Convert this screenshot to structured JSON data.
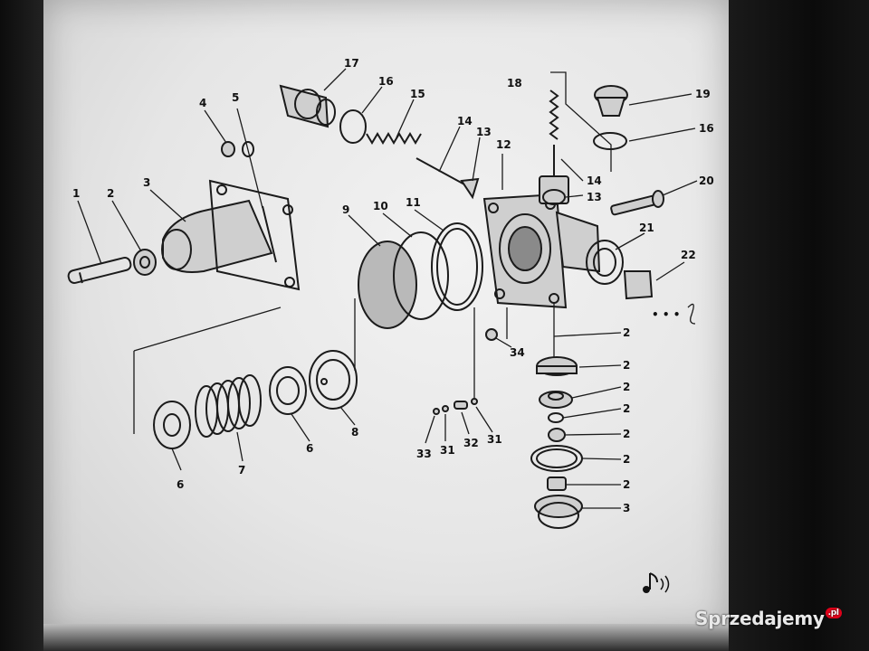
{
  "diagram": {
    "labels": {
      "p1": "1",
      "p2": "2",
      "p3": "3",
      "p4": "4",
      "p5": "5",
      "p6a": "6",
      "p7": "7",
      "p6b": "6",
      "p8": "8",
      "p9": "9",
      "p10": "10",
      "p11": "11",
      "p12": "12",
      "p13a": "13",
      "p14a": "14",
      "p15": "15",
      "p16a": "16",
      "p17": "17",
      "p18": "18",
      "p19": "19",
      "p16b": "16",
      "p14b": "14",
      "p13b": "13",
      "p20": "20",
      "p21": "21",
      "p22": "22",
      "p34": "34",
      "p33": "33",
      "p31a": "31",
      "p32": "32",
      "p31b": "31",
      "r1": "2",
      "r2": "2",
      "r3": "2",
      "r4": "2",
      "r5": "2",
      "r6": "2",
      "r7": "2",
      "r8": "3"
    },
    "ellipsis": "• • •"
  },
  "watermark": {
    "brand": "Sprzedajemy",
    "tld": ".pl"
  },
  "icons": {
    "sound": "music-note-sound-icon"
  }
}
